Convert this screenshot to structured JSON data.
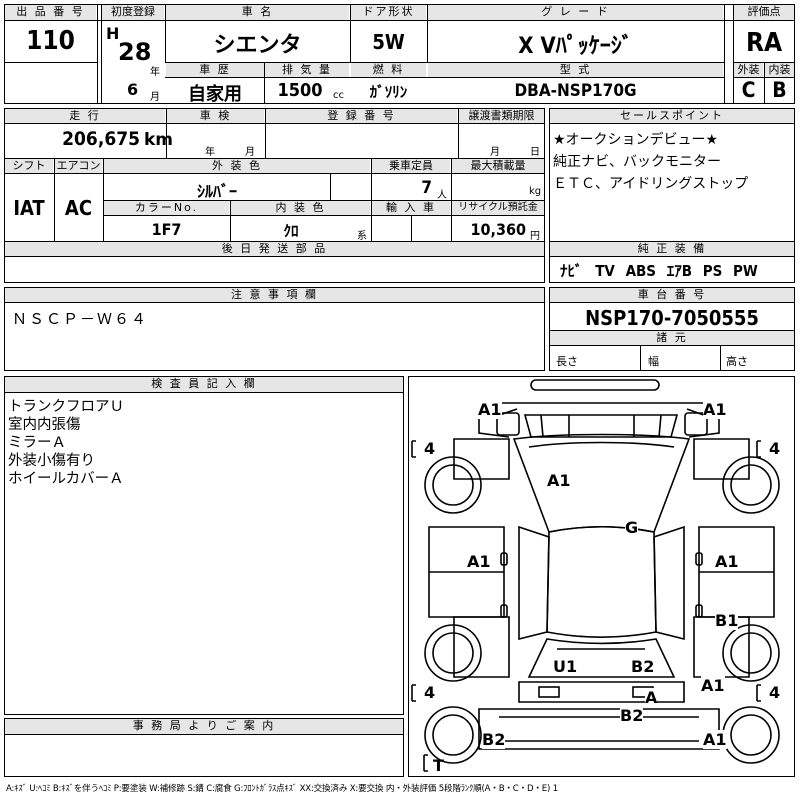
{
  "header": {
    "lot_no_label": "出 品 番 号",
    "lot_no": "110",
    "first_reg_label": "初度登録",
    "era": "H",
    "year": "28",
    "year_unit": "年",
    "month": "6",
    "month_unit": "月",
    "car_name_label": "車 名",
    "car_name": "シエンタ",
    "door_label": "ドア形状",
    "door": "5W",
    "grade_label": "グ レ ー ド",
    "grade": "X Vﾊﾟｯｹｰｼﾞ",
    "score_label": "評価点",
    "score": "RA",
    "history_label": "車 歴",
    "history": "自家用",
    "displacement_label": "排 気 量",
    "displacement": "1500",
    "displacement_unit": "cc",
    "fuel_label": "燃 料",
    "fuel": "ｶﾞｿﾘﾝ",
    "model_label": "型 式",
    "model": "DBA-NSP170G",
    "exterior_label": "外装",
    "exterior": "C",
    "interior_label": "内装",
    "interior": "B"
  },
  "row2": {
    "mileage_label": "走 行",
    "mileage": "206,675",
    "mileage_unit": "km",
    "inspection_label": "車 検",
    "insp_year_unit": "年",
    "insp_month_unit": "月",
    "reg_no_label": "登 録 番 号",
    "transfer_label": "譲渡書類期限",
    "transfer_month_unit": "月",
    "transfer_day_unit": "日",
    "shift_label": "シフト",
    "shift": "IAT",
    "ac_label": "エアコン",
    "ac": "AC",
    "color_label": "外 装 色",
    "color": "ｼﾙﾊﾞｰ",
    "capacity_label": "乗車定員",
    "capacity": "7",
    "capacity_unit": "人",
    "max_load_label": "最大積載量",
    "max_load_unit": "kg",
    "color_no_label": "カラーNo.",
    "color_no": "1F7",
    "int_color_label": "内 装 色",
    "int_color": "ｸﾛ",
    "int_color_suffix": "系",
    "import_label": "輸 入 車",
    "recycle_label": "リサイクル預託金",
    "recycle": "10,360",
    "recycle_unit": "円",
    "later_parts_label": "後 日 発 送 部 品"
  },
  "sales": {
    "label": "セールスポイント",
    "lines": [
      "★オークションデビュー★",
      "純正ナビ、バックモニター",
      "ＥＴＣ、アイドリングストップ"
    ]
  },
  "equipment": {
    "label": "純 正 装 備",
    "items": [
      "ﾅﾋﾞ",
      "TV",
      "ABS",
      "ｴｱB",
      "PS",
      "PW"
    ]
  },
  "notes": {
    "label": "注 意 事 項 欄",
    "text": "ＮＳＣＰ－Ｗ６４"
  },
  "chassis": {
    "label": "車 台 番 号",
    "number": "NSP170-7050555",
    "specs_label": "諸 元",
    "length_label": "長さ",
    "width_label": "幅",
    "height_label": "高さ"
  },
  "inspector": {
    "label": "検 査 員 記 入 欄",
    "lines": [
      "トランクフロアＵ",
      "室内内張傷",
      "ミラーＡ",
      "外装小傷有り",
      "ホイールカバーＡ"
    ]
  },
  "office": {
    "label": "事 務 局 よ り ご 案 内"
  },
  "diagram": {
    "tire_fl": "4",
    "tire_fr": "4",
    "tire_rl": "4",
    "tire_rr": "4",
    "spare": "T",
    "marks": {
      "front_left": "A1",
      "front_right": "A1",
      "hood": "A1",
      "windshield": "G",
      "front_door_l": "A1",
      "front_door_r": "A1",
      "rear_door_r": "B1",
      "roof_rear_l": "U1",
      "roof_rear_r": "B2",
      "quarter_r": "A1",
      "tail": "A",
      "bumper_rear": "B2",
      "rear_left": "B2",
      "rear_right": "A1"
    }
  },
  "legend": "A:ｷｽﾞ U:ﾍｺﾐ B:ｷｽﾞを伴うﾍｺﾐ P:要塗装 W:補修跡 S:錆 C:腐食 G:ﾌﾛﾝﾄｶﾞﾗｽ点ｷｽﾞ XX:交換済み X:要交換 内・外装評価 5段階ﾗﾝｸ順(A・B・C・D・E) 1"
}
